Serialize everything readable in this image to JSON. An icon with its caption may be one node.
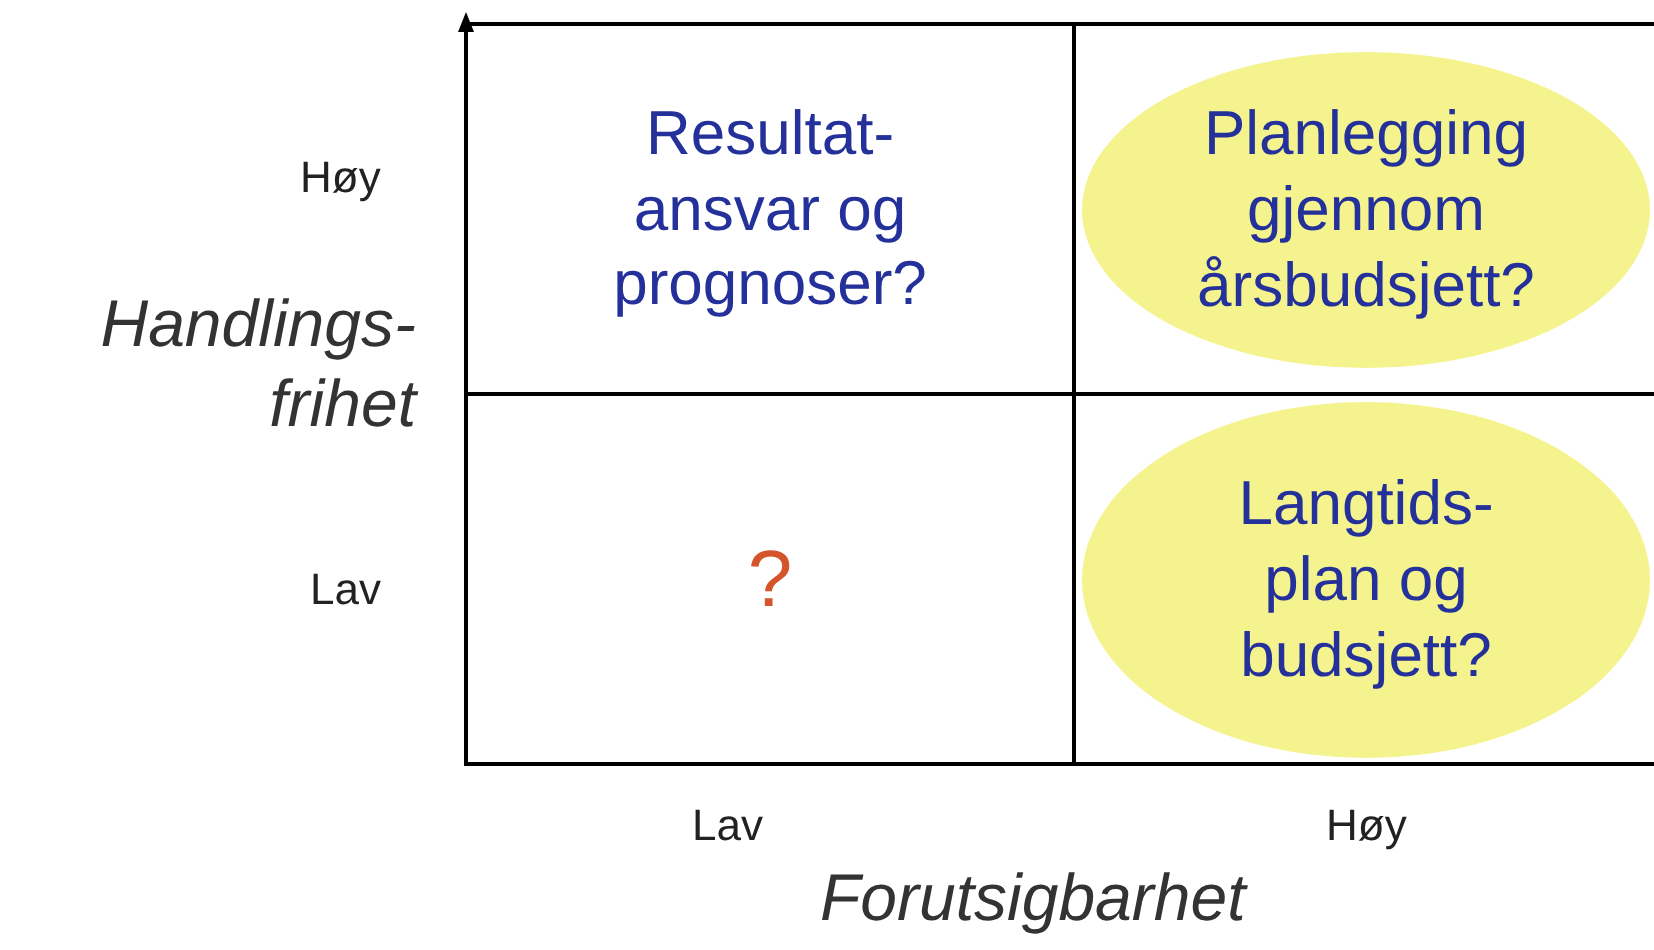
{
  "diagram": {
    "nodes": [
      {
        "text": [
          "Resultat- ansvar og prognoser?"
        ]
      },
      {
        "text": [],
        "shape": "box"
      },
      {
        "text": [
          "Planlegging gjennom årsbudsjett?"
        ],
        "in": 1
      },
      {
        "text": [
          "?"
        ]
      },
      {
        "text": [],
        "shape": "box"
      },
      {
        "text": [
          "Langtids- plan og budsjett?"
        ],
        "in": 4
      }
    ],
    "edges": [],
    "labels": [
      "Høy",
      "Handlings- frihet",
      "Lav",
      "Lav",
      "Høy",
      "Forutsigbarhet"
    ]
  }
}
